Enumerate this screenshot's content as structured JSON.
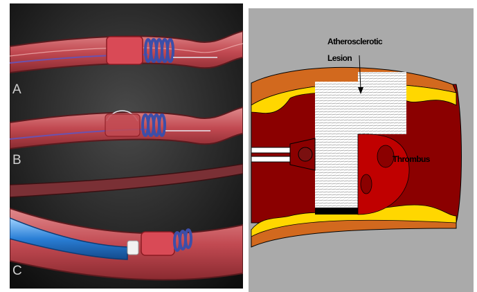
{
  "left_panel": {
    "labels": [
      "A",
      "B",
      "C"
    ],
    "colors": {
      "background": "#1d1d1d",
      "vessel": "#c8585c",
      "vessel_inner": "#d97a7a",
      "catheter": "#2f7fd0",
      "coil": "#4b5fb0"
    }
  },
  "right_panel": {
    "callouts": {
      "lesion_line1": "Atherosclerotic",
      "lesion_line2": "Lesion",
      "thrombus": "Thrombus"
    },
    "colors": {
      "background": "#aaaaaa",
      "wall": "#d2691e",
      "lumen": "#8b0000",
      "plaque": "#ffd700"
    }
  }
}
